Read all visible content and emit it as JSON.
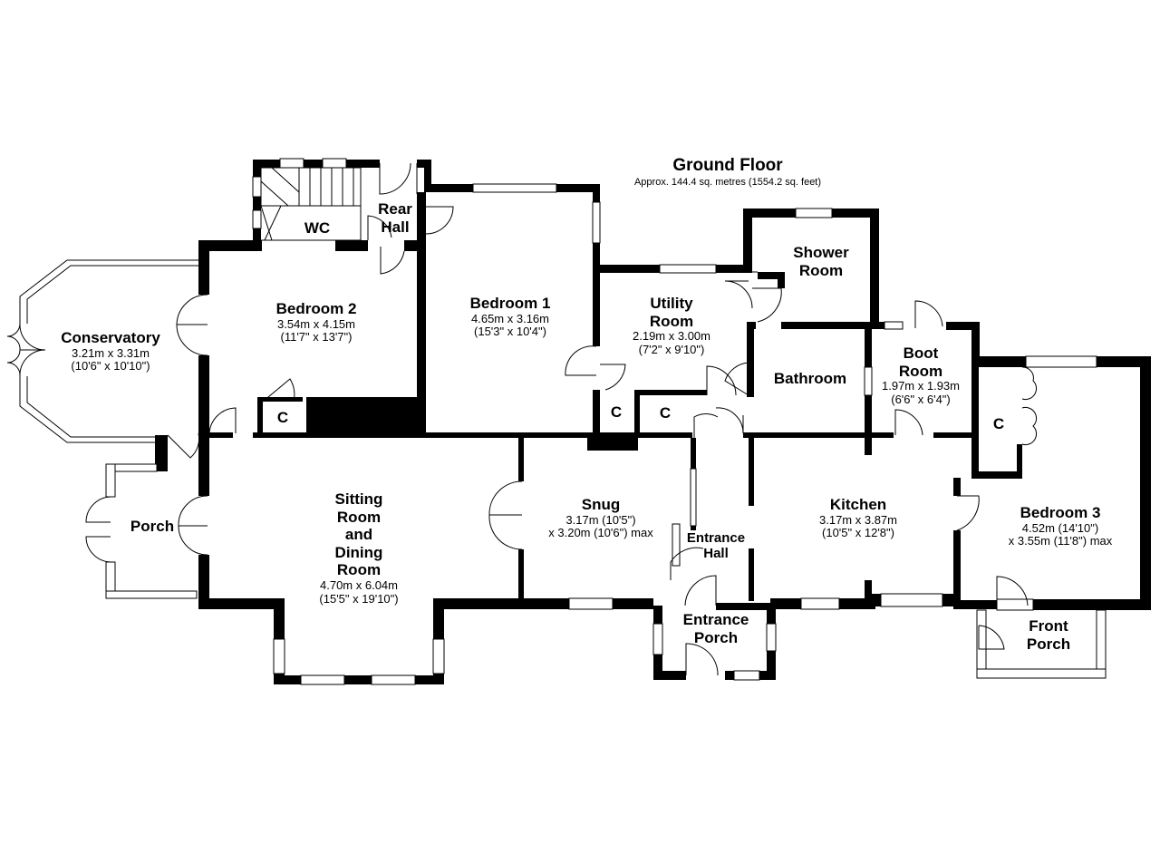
{
  "floor": {
    "title": "Ground Floor",
    "area": "Approx. 144.4 sq. metres (1554.2 sq. feet)"
  },
  "rooms": {
    "conservatory": {
      "name": "Conservatory",
      "dim_metric": "3.21m x 3.31m",
      "dim_imperial": "(10'6\" x 10'10\")"
    },
    "bedroom2": {
      "name": "Bedroom 2",
      "dim_metric": "3.54m x 4.15m",
      "dim_imperial": "(11'7\" x 13'7\")"
    },
    "bedroom1": {
      "name": "Bedroom 1",
      "dim_metric": "4.65m x 3.16m",
      "dim_imperial": "(15'3\" x 10'4\")"
    },
    "utility": {
      "name_line1": "Utility",
      "name_line2": "Room",
      "dim_metric": "2.19m x 3.00m",
      "dim_imperial": "(7'2\" x 9'10\")"
    },
    "shower": {
      "name_line1": "Shower",
      "name_line2": "Room"
    },
    "bathroom": {
      "name": "Bathroom"
    },
    "boot": {
      "name_line1": "Boot",
      "name_line2": "Room",
      "dim_metric": "1.97m x 1.93m",
      "dim_imperial": "(6'6\" x 6'4\")"
    },
    "bedroom3": {
      "name": "Bedroom 3",
      "dim_line1": "4.52m (14'10\")",
      "dim_line2": "x 3.55m (11'8\") max"
    },
    "kitchen": {
      "name": "Kitchen",
      "dim_metric": "3.17m x 3.87m",
      "dim_imperial": "(10'5\" x 12'8\")"
    },
    "snug": {
      "name": "Snug",
      "dim_line1": "3.17m (10'5\")",
      "dim_line2": "x 3.20m (10'6\") max"
    },
    "sitting": {
      "name_line1": "Sitting",
      "name_line2": "Room",
      "name_line3": "and",
      "name_line4": "Dining",
      "name_line5": "Room",
      "dim_metric": "4.70m x 6.04m",
      "dim_imperial": "(15'5\" x 19'10\")"
    },
    "porch": {
      "name": "Porch"
    },
    "wc": {
      "name": "WC"
    },
    "rear_hall": {
      "name_line1": "Rear",
      "name_line2": "Hall"
    },
    "entrance_hall": {
      "name_line1": "Entrance",
      "name_line2": "Hall"
    },
    "entrance_porch": {
      "name_line1": "Entrance",
      "name_line2": "Porch"
    },
    "front_porch": {
      "name_line1": "Front",
      "name_line2": "Porch"
    }
  },
  "cupboards": [
    "C",
    "C",
    "C",
    "C"
  ]
}
